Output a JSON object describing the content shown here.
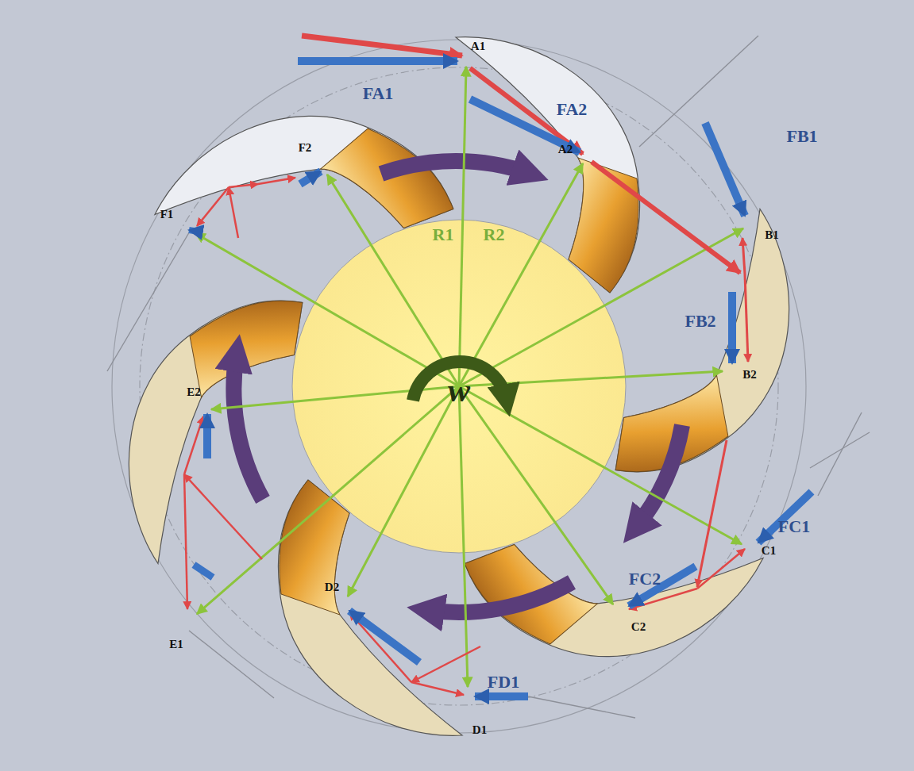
{
  "diagram": {
    "labels": [
      "A1",
      "A2",
      "B1",
      "B2",
      "C1",
      "C2",
      "D1",
      "D2",
      "E1",
      "E2",
      "F1",
      "F2",
      "FA1",
      "FA2",
      "FB1",
      "FB2",
      "FC1",
      "FC2",
      "FD1",
      "R1",
      "R2",
      "w"
    ]
  }
}
